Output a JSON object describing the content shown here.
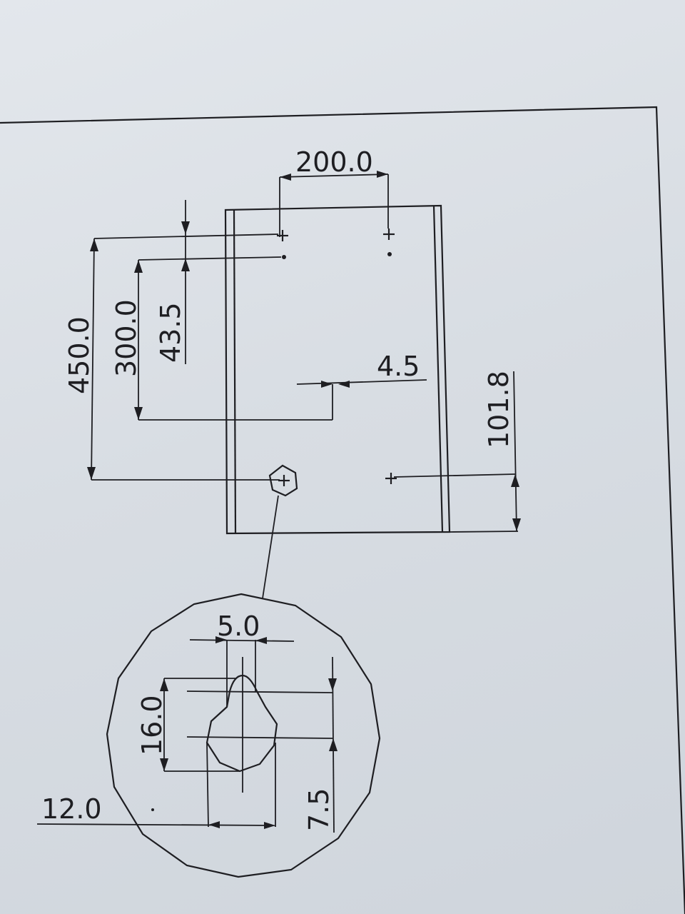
{
  "drawing": {
    "dimensions": {
      "hole_spacing": "200.0",
      "overall_height": "450.0",
      "hole_to_slot": "300.0",
      "top_offset": "43.5",
      "slot_width": "4.5",
      "side_offset": "101.8"
    },
    "detail": {
      "keyhole_width": "5.0",
      "keyhole_height": "16.0",
      "head_width": "12.0",
      "head_offset": "7.5"
    }
  }
}
